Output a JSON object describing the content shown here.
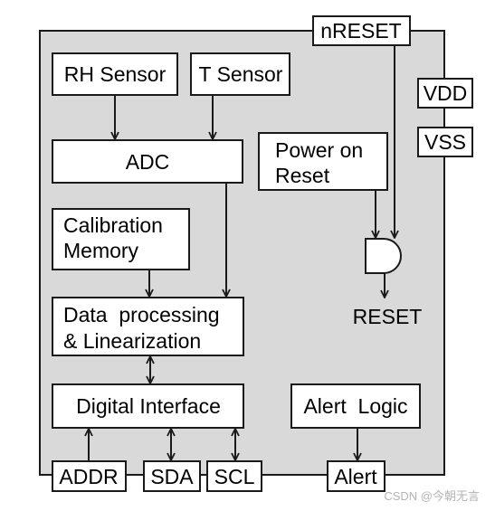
{
  "colors": {
    "chip_fill": "#d9d9d9",
    "box_fill": "#ffffff",
    "stroke": "#1a1a1a"
  },
  "blocks": {
    "nreset": "nRESET",
    "vdd": "VDD",
    "vss": "VSS",
    "rh_sensor": "RH Sensor",
    "t_sensor": "T Sensor",
    "adc": "ADC",
    "por": [
      "Power on",
      "Reset"
    ],
    "calibration": [
      "Calibration",
      "Memory"
    ],
    "processing": [
      "Data  processing",
      "& Linearization"
    ],
    "digital_interface": "Digital Interface",
    "alert_logic": "Alert  Logic"
  },
  "gate_output": "RESET",
  "pins": {
    "addr": "ADDR",
    "sda": "SDA",
    "scl": "SCL",
    "alert": "Alert"
  },
  "watermark": "CSDN @今朝无言"
}
